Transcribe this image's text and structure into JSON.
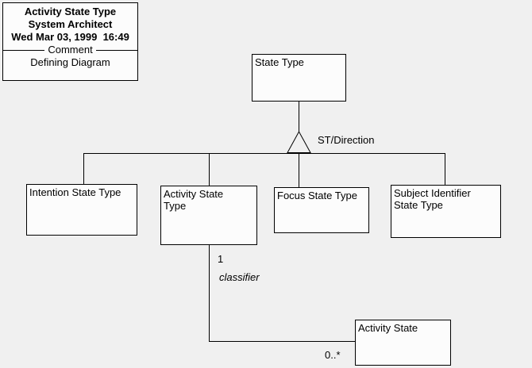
{
  "colors": {
    "canvas_background": "#f0f0f0",
    "node_fill": "#fcfcfc",
    "line_color": "#000000",
    "text_color": "#000000"
  },
  "title_block": {
    "title": "Activity State Type",
    "tool": "System Architect",
    "datetime": "Wed Mar 03, 1999  16:49",
    "separator_label": "Comment",
    "comment": "Defining Diagram"
  },
  "nodes": {
    "state_type": {
      "label": "State Type"
    },
    "intention_state_type": {
      "label": "Intention State Type"
    },
    "activity_state_type": {
      "label": "Activity State Type"
    },
    "focus_state_type": {
      "label": "Focus State Type"
    },
    "subject_identifier_state_type": {
      "label": "Subject Identifier State Type"
    },
    "activity_state": {
      "label": "Activity State"
    }
  },
  "edges": {
    "generalization_label": "ST/Direction",
    "association": {
      "source_cardinality": "1",
      "role_name": "classifier",
      "target_cardinality": "0..*"
    }
  }
}
